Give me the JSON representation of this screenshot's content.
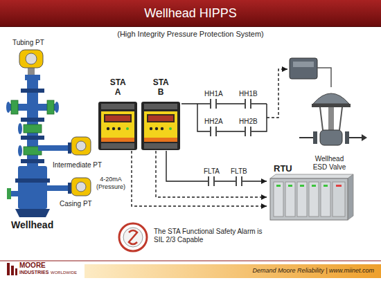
{
  "diagram": {
    "title": "Wellhead HIPPS",
    "nodes": [
      {
        "text": [
          "Tubing PT"
        ]
      },
      {
        "text": [
          "Intermediate PT"
        ]
      },
      {
        "text": [
          "Casing PT"
        ]
      },
      {
        "text": [
          "Wellhead"
        ]
      },
      {
        "text": [
          "STA A"
        ]
      },
      {
        "text": [
          "STA B"
        ]
      },
      {
        "text": [
          "Wellhead ESD Valve"
        ]
      },
      {
        "text": [
          "RTU"
        ]
      }
    ],
    "edges": [
      {
        "from": 5,
        "to": 6,
        "arrow": "to"
      },
      {
        "from": 5,
        "to": 7,
        "arrow": "to"
      },
      {
        "from": 4,
        "to": 7,
        "arrow": "to"
      },
      {
        "from": 5,
        "to": 7,
        "arrow": "to"
      }
    ],
    "labels": [
      "(High Integrity Pressure Protection System)",
      "HH1A",
      "HH1B",
      "HH2A",
      "HH2B",
      "4-20mA (Pressure)",
      "FLTA",
      "FLTB",
      "The STA Functional Safety Alarm is SIL 2/3 Capable",
      "MOORE",
      "INDUSTRIES",
      "WORLDWIDE",
      "Demand Moore Reliability | www.miinet.com"
    ]
  }
}
